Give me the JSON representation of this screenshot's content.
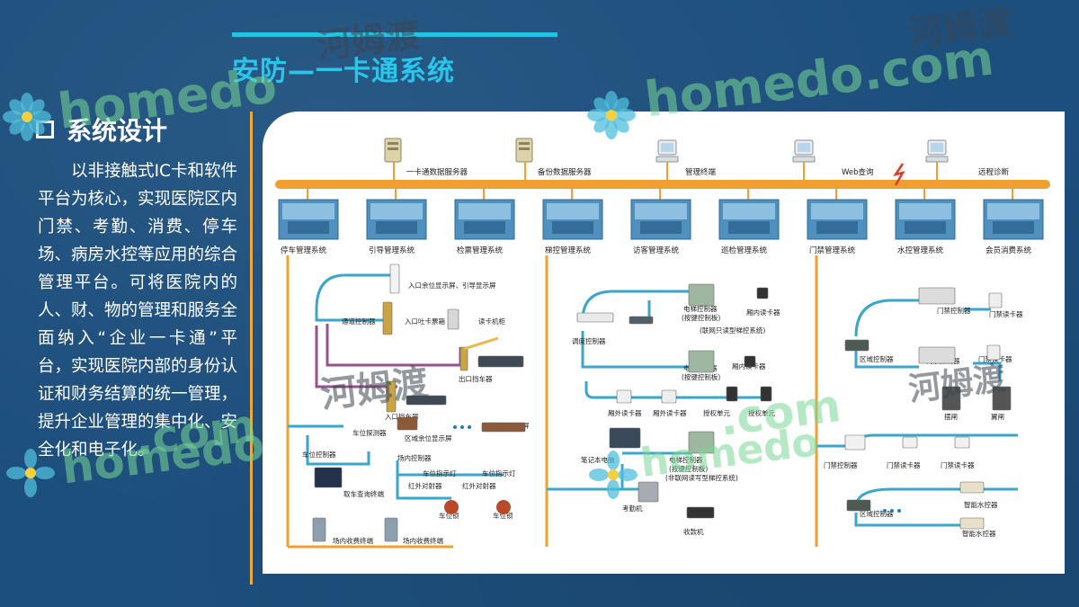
{
  "slide": {
    "title": "安防—一卡通系统",
    "section_title": "系统设计",
    "description": "以非接触式IC卡和软件平台为核心，实现医院区内门禁、考勤、消费、停车场、病房水控等应用的综合管理平台。可将医院内的人、财、物的管理和服务全面纳入“企业一卡通”平台，实现医院内部的身份认证和财务结算的统一管理，提升企业管理的集中化、安全化和电子化。"
  },
  "watermark": {
    "brand": "homedo.com",
    "brand_short": "homedo",
    "brand_suffix": ".com",
    "chinese": "河姆渡"
  },
  "diagram": {
    "top_nodes": [
      {
        "label": "一卡通数据服务器",
        "icon": "server-icon"
      },
      {
        "label": "备份数据服务器",
        "icon": "server-icon"
      },
      {
        "label": "管理终端",
        "icon": "computer-icon"
      },
      {
        "label": "Web查询",
        "icon": "computer-icon"
      },
      {
        "label": "远程诊断",
        "icon": "computer-icon"
      }
    ],
    "subsystems": [
      "停车管理系统",
      "引导管理系统",
      "检票管理系统",
      "梯控管理系统",
      "访客管理系统",
      "巡检管理系统",
      "门禁管理系统",
      "水控管理系统",
      "会员消费系统"
    ],
    "parking": {
      "labels": [
        "入口余位显示屏、引导显示屏",
        "通道控制器",
        "入口吐卡票箱",
        "读卡机柜",
        "出口挡车器",
        "入口挡车器",
        "车位探测器",
        "区域余位显示屏",
        "区域引导显示屏",
        "车位控制器",
        "场内控制器",
        "车位指示灯",
        "车位指示灯",
        "红外对射器",
        "红外对射器",
        "取车查询终端",
        "车位锁",
        "车位锁",
        "场内收费终端",
        "场内收费终端"
      ]
    },
    "elevator": {
      "labels": [
        "调度控制器",
        "电梯控制器",
        "(按键控制板)",
        "厢内读卡器",
        "(联网只读型梯控系统)",
        "电梯控制器",
        "(按键控制板)",
        "厢内读卡器",
        "厢外读卡器",
        "厢外读卡器",
        "授权单元",
        "授权单元",
        "笔记本电脑",
        "电梯控制器",
        "(按键控制板)",
        "(非联网读写型梯控系统)",
        "考勤机",
        "收款机"
      ]
    },
    "access": {
      "labels": [
        "门禁控制器",
        "门禁读卡器",
        "区域控制器",
        "门禁控制器",
        "门禁读卡器",
        "摆闸",
        "翼闸",
        "门禁控制器",
        "门禁读卡器",
        "门禁读卡器",
        "区域控制器",
        "智能水控器",
        "智能水控器"
      ]
    }
  },
  "colors": {
    "background": "#1d4f7d",
    "title": "#29c6ea",
    "accent_line": "#f2a73a",
    "bus": "#f0a030",
    "net_blue": "#3aa6c9",
    "net_purple": "#9a4f8f"
  }
}
